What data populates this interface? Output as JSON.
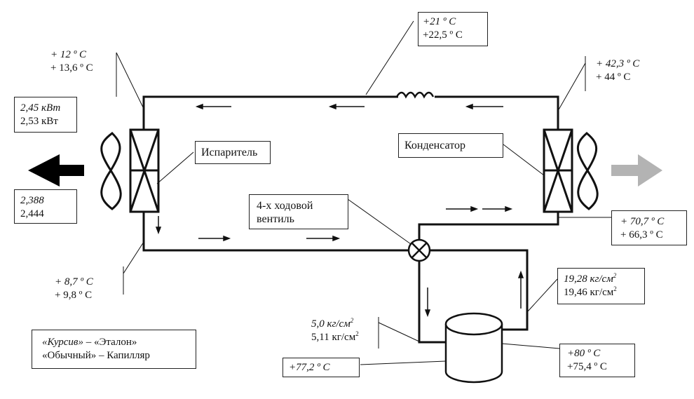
{
  "components": {
    "evaporator": "Испаритель",
    "condenser": "Конденсатор",
    "valve_line1": "4-х ходовой",
    "valve_line2": "вентиль"
  },
  "readings": {
    "top_pipe": {
      "ref": "+21 º C",
      "val": "+22,5 º C"
    },
    "evap_in": {
      "ref": "+ 12 º C",
      "val": "+ 13,6 º C"
    },
    "cond_out": {
      "ref": "+ 42,3 º C",
      "val": "+ 44 º C"
    },
    "power": {
      "ref": "2,45 кВт",
      "val": "2,53 кВт"
    },
    "ratio": {
      "ref": "2,388",
      "val": "2,444"
    },
    "cond_in": {
      "ref": "+ 70,7 º C",
      "val": "+ 66,3 º C"
    },
    "evap_out": {
      "ref": "+ 8,7 º C",
      "val": "+ 9,8 º C"
    },
    "high_pressure": {
      "ref": "19,28 кг/см",
      "val": "19,46 кг/см"
    },
    "low_pressure": {
      "ref": "5,0 кг/см",
      "val": "5,11 кг/см"
    },
    "suction": {
      "ref": "+77,2 º C"
    },
    "discharge": {
      "ref": "+80 º C",
      "val": "+75,4 º C"
    },
    "pressure_exponent": "2"
  },
  "legend": {
    "line1_italic": "«Курсив»",
    "line1_rest": " – «Эталон»",
    "line2": "«Обычный» – Капилляр"
  },
  "colors": {
    "ink": "#111111",
    "left_arrow": "#000000",
    "right_arrow": "#b3b3b3"
  }
}
